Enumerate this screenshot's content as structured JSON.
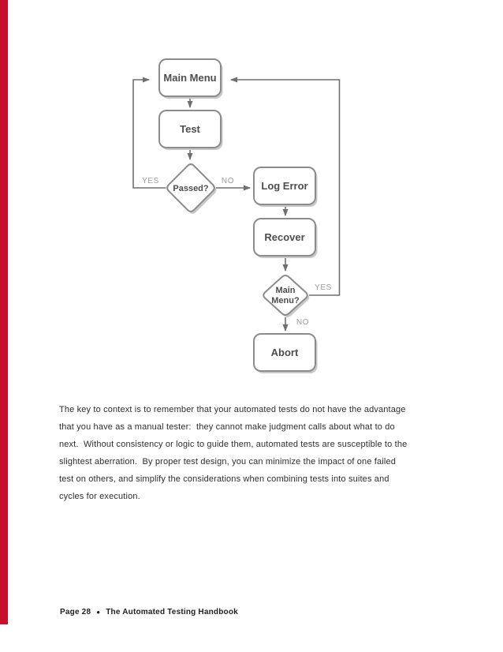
{
  "colors": {
    "accent_bar": "#c8102e",
    "page_bg": "#ffffff",
    "line": "#6f6f6f",
    "node_border": "#8c8c8c",
    "node_text": "#4d4d4d",
    "edge_label": "#9c9c9c",
    "shadow": "#c9c9c9",
    "body_text": "#2e2e2e",
    "footer_text": "#1f1f1f"
  },
  "flowchart": {
    "nodes": {
      "main_menu": {
        "label": "Main Menu"
      },
      "test": {
        "label": "Test"
      },
      "passed": {
        "label": "Passed?"
      },
      "log_error": {
        "label": "Log Error"
      },
      "recover": {
        "label": "Recover"
      },
      "main_menu_q": {
        "line1": "Main",
        "line2": "Menu?"
      },
      "abort": {
        "label": "Abort"
      }
    },
    "edge_labels": {
      "passed_yes": "YES",
      "passed_no": "NO",
      "main_menu_q_yes": "YES",
      "main_menu_q_no": "NO"
    }
  },
  "paragraph": {
    "lines": [
      "The key to context is to remember that your automated tests do not have the advantage",
      "that you have as a manual tester:  they cannot make judgment calls about what to do",
      "next.  Without consistency or logic to guide them, automated tests are susceptible to the",
      "slightest aberration.  By proper test design, you can minimize the impact of one failed",
      "test on others, and simplify the considerations when combining tests into suites and",
      "cycles for execution."
    ]
  },
  "footer": {
    "page_label": "Page 28",
    "bullet": "●",
    "title": "The Automated Testing Handbook"
  }
}
